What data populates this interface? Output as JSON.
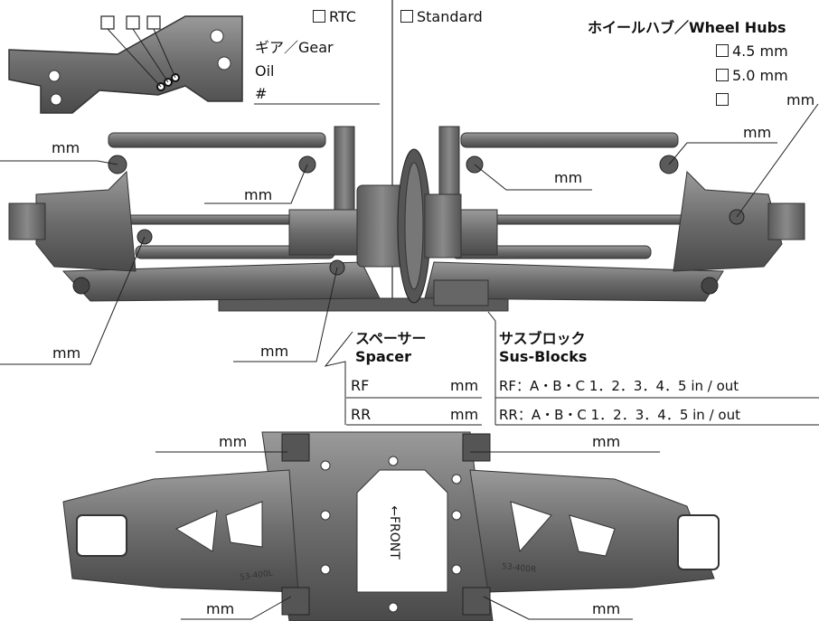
{
  "header": {
    "checkbox_rtc": "RTC",
    "checkbox_standard": "Standard",
    "gear_label": "ギア／Gear",
    "oil_label": "Oil",
    "hash_label": "#"
  },
  "wheel_hubs": {
    "title": "ホイールハブ／Wheel Hubs",
    "options": [
      "4.5 mm",
      "5.0 mm",
      "mm"
    ]
  },
  "spacer": {
    "title_jp": "スペーサー",
    "title_en": "Spacer",
    "rf_label": "RF",
    "rr_label": "RR",
    "unit": "mm"
  },
  "sus_blocks": {
    "title_jp": "サスブロック",
    "title_en": "Sus-Blocks",
    "rf_line": "RF：A・B・C 1．2．3．4．5 in / out",
    "rr_line": "RR：A・B・C 1．2．3．4．5 in / out"
  },
  "labels": {
    "mm": "mm",
    "front": "←FRONT",
    "arm_left_code": "53-400L",
    "arm_right_code": "53-400R"
  }
}
